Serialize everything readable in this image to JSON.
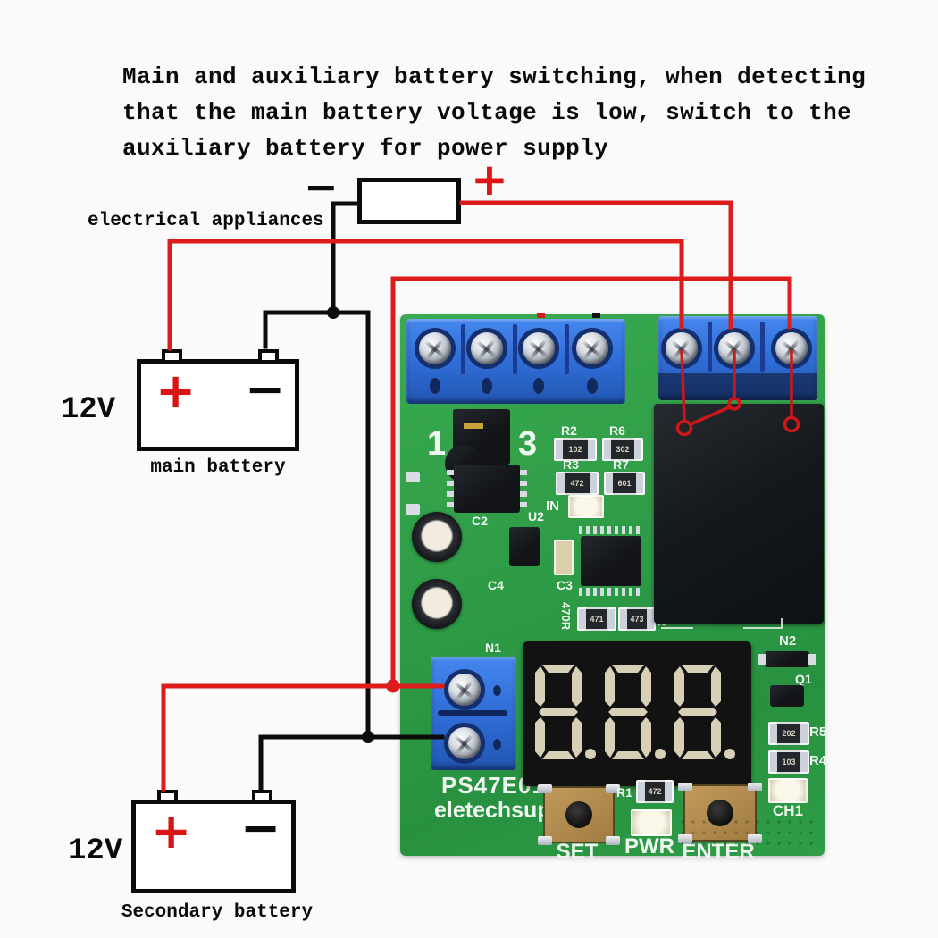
{
  "title": {
    "l1": "Main and auxiliary battery switching, when detecting",
    "l2": "that the main battery voltage is low, switch to the",
    "l3": "auxiliary battery for power supply"
  },
  "load": {
    "label": "electrical appliances",
    "minus": "−",
    "plus": "+"
  },
  "main_battery": {
    "voltage": "12V",
    "name": "main battery",
    "plus": "+",
    "minus": "−"
  },
  "secondary_battery": {
    "voltage": "12V",
    "name": "Secondary battery",
    "plus": "+",
    "minus": "−"
  },
  "pcb": {
    "model": "PS47E01",
    "brand": "eletechsup",
    "display": {
      "value": "888"
    },
    "buttons": {
      "set": "SET",
      "enter": "ENTER"
    },
    "leds": {
      "pwr": "PWR",
      "ch1": "CH1"
    },
    "silk": {
      "one": "1",
      "three": "3",
      "r1": "R1",
      "r2": "R2",
      "r3": "R3",
      "r4": "R4",
      "r5": "R5",
      "r6": "R6",
      "r7": "R7",
      "in": "IN",
      "c2": "C2",
      "c3": "C3",
      "c4": "C4",
      "u2": "U2",
      "n1": "N1",
      "n2": "N2",
      "q1": "Q1",
      "ch1": "CH1",
      "r470a": "470R",
      "r470b": "470R"
    },
    "markings": {
      "r2": "102",
      "r6": "302",
      "r3": "472",
      "r7": "601",
      "a1": "471",
      "a2": "473",
      "r1": "472",
      "r5": "202",
      "r4": "103"
    }
  },
  "colors": {
    "wire_red": "#dd1c1c",
    "wire_black": "#0c0c0c",
    "pcb_green": "#2f9d47",
    "terminal_blue": "#2e6bd4",
    "relay_black": "#15181c",
    "display_segment": "#d7cfb6",
    "silkscreen": "#eef7ef"
  }
}
